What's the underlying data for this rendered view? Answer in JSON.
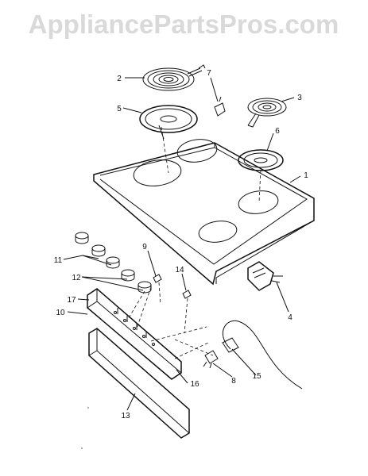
{
  "watermark": "AppliancePartsPros.com",
  "diagram": {
    "callouts": [
      {
        "id": "c1",
        "text": "1"
      },
      {
        "id": "c2",
        "text": "2"
      },
      {
        "id": "c3",
        "text": "3"
      },
      {
        "id": "c4",
        "text": "4"
      },
      {
        "id": "c5",
        "text": "5"
      },
      {
        "id": "c6",
        "text": "6"
      },
      {
        "id": "c7",
        "text": "7"
      },
      {
        "id": "c8",
        "text": "8"
      },
      {
        "id": "c9",
        "text": "9"
      },
      {
        "id": "c10",
        "text": "10"
      },
      {
        "id": "c11",
        "text": "11"
      },
      {
        "id": "c12",
        "text": "12"
      },
      {
        "id": "c13",
        "text": "13"
      },
      {
        "id": "c14",
        "text": "14"
      },
      {
        "id": "c15",
        "text": "15"
      },
      {
        "id": "c16",
        "text": "16"
      },
      {
        "id": "c17",
        "text": "17"
      }
    ]
  }
}
